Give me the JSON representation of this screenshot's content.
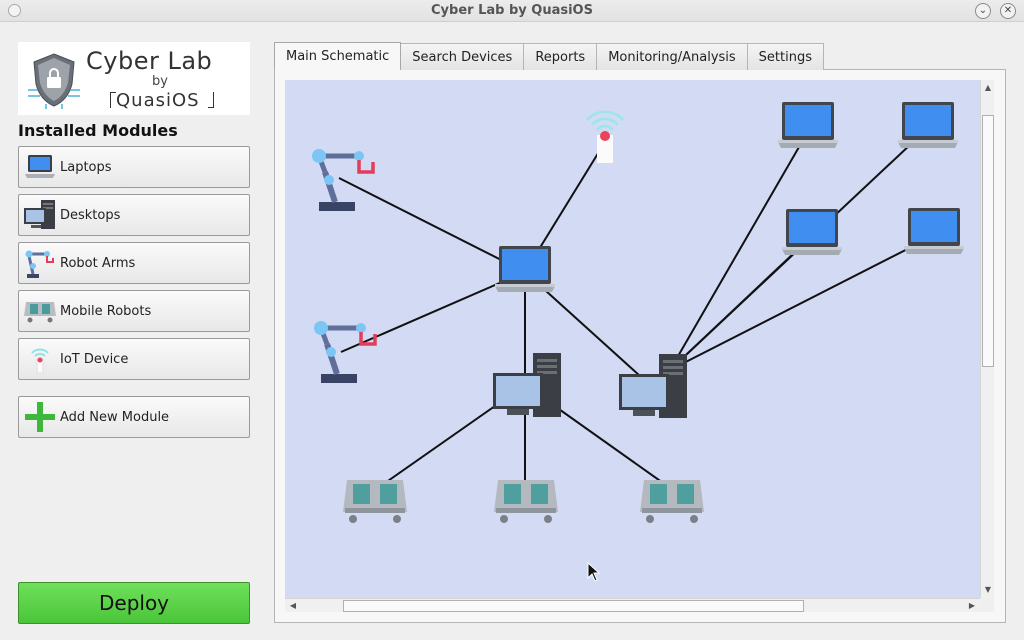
{
  "window": {
    "title": "Cyber Lab by QuasiOS"
  },
  "logo": {
    "line1": "Cyber Lab",
    "by": "by",
    "line3": "QuasiOS"
  },
  "sidebar": {
    "heading": "Installed Modules",
    "modules": [
      {
        "label": "Laptops",
        "icon": "laptop-icon"
      },
      {
        "label": "Desktops",
        "icon": "desktop-icon"
      },
      {
        "label": "Robot Arms",
        "icon": "robot-arm-icon"
      },
      {
        "label": "Mobile Robots",
        "icon": "mobile-robot-icon"
      },
      {
        "label": "IoT Device",
        "icon": "iot-device-icon"
      }
    ],
    "add_label": "Add New Module",
    "deploy_label": "Deploy"
  },
  "tabs": [
    {
      "label": "Main Schematic",
      "active": true
    },
    {
      "label": "Search Devices",
      "active": false
    },
    {
      "label": "Reports",
      "active": false
    },
    {
      "label": "Monitoring/Analysis",
      "active": false
    },
    {
      "label": "Settings",
      "active": false
    }
  ],
  "schematic": {
    "background": "#d2daf4",
    "nodes": [
      {
        "id": "arm1",
        "type": "robot-arm"
      },
      {
        "id": "arm2",
        "type": "robot-arm"
      },
      {
        "id": "iot1",
        "type": "iot-device"
      },
      {
        "id": "laptop-hub",
        "type": "laptop"
      },
      {
        "id": "desktop1",
        "type": "desktop"
      },
      {
        "id": "desktop2",
        "type": "desktop"
      },
      {
        "id": "robot1",
        "type": "mobile-robot"
      },
      {
        "id": "robot2",
        "type": "mobile-robot"
      },
      {
        "id": "robot3",
        "type": "mobile-robot"
      },
      {
        "id": "laptop1",
        "type": "laptop"
      },
      {
        "id": "laptop2",
        "type": "laptop"
      },
      {
        "id": "laptop3",
        "type": "laptop"
      },
      {
        "id": "laptop4",
        "type": "laptop"
      }
    ],
    "links": [
      [
        "arm1",
        "laptop-hub"
      ],
      [
        "arm2",
        "laptop-hub"
      ],
      [
        "iot1",
        "laptop-hub"
      ],
      [
        "laptop-hub",
        "desktop1"
      ],
      [
        "laptop-hub",
        "desktop2"
      ],
      [
        "desktop1",
        "robot1"
      ],
      [
        "desktop1",
        "robot2"
      ],
      [
        "desktop1",
        "robot3"
      ],
      [
        "desktop2",
        "laptop1"
      ],
      [
        "desktop2",
        "laptop2"
      ],
      [
        "desktop2",
        "laptop3"
      ],
      [
        "desktop2",
        "laptop4"
      ]
    ]
  },
  "colors": {
    "deploy": "#4bc53a",
    "add_plus": "#3db83a",
    "screen": "#3f8ef0"
  }
}
